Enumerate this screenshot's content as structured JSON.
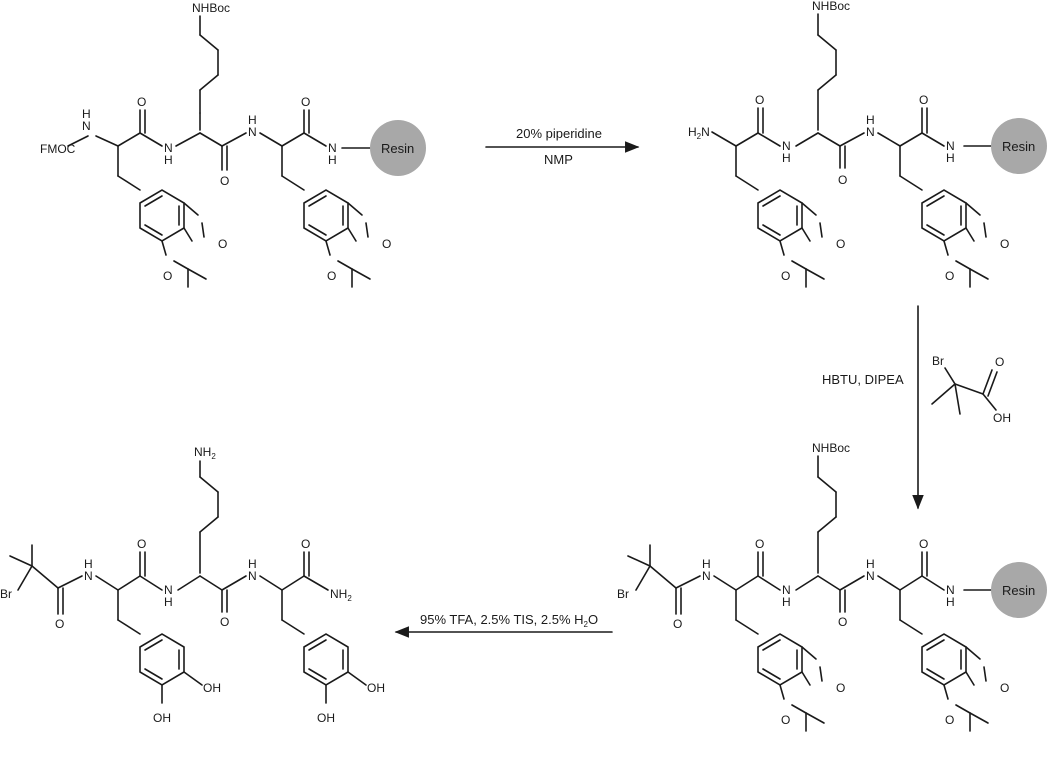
{
  "diagram": {
    "resin_color": "#a8a8a8",
    "labels": {
      "nhboc": "NHBoc",
      "fmoc": "FMOC",
      "h2n": "H2N",
      "nh2": "NH2",
      "n": "N",
      "h": "H",
      "o": "O",
      "oh": "OH",
      "br": "Br",
      "resin": "Resin"
    },
    "reagent_acid": {
      "br": "Br",
      "o": "O",
      "oh": "OH"
    },
    "steps": {
      "step1_top": "20% piperidine",
      "step1_bottom": "NMP",
      "step2_left": "HBTU, DIPEA",
      "step3": "95% TFA, 2.5% TIS, 2.5% H2O"
    }
  }
}
